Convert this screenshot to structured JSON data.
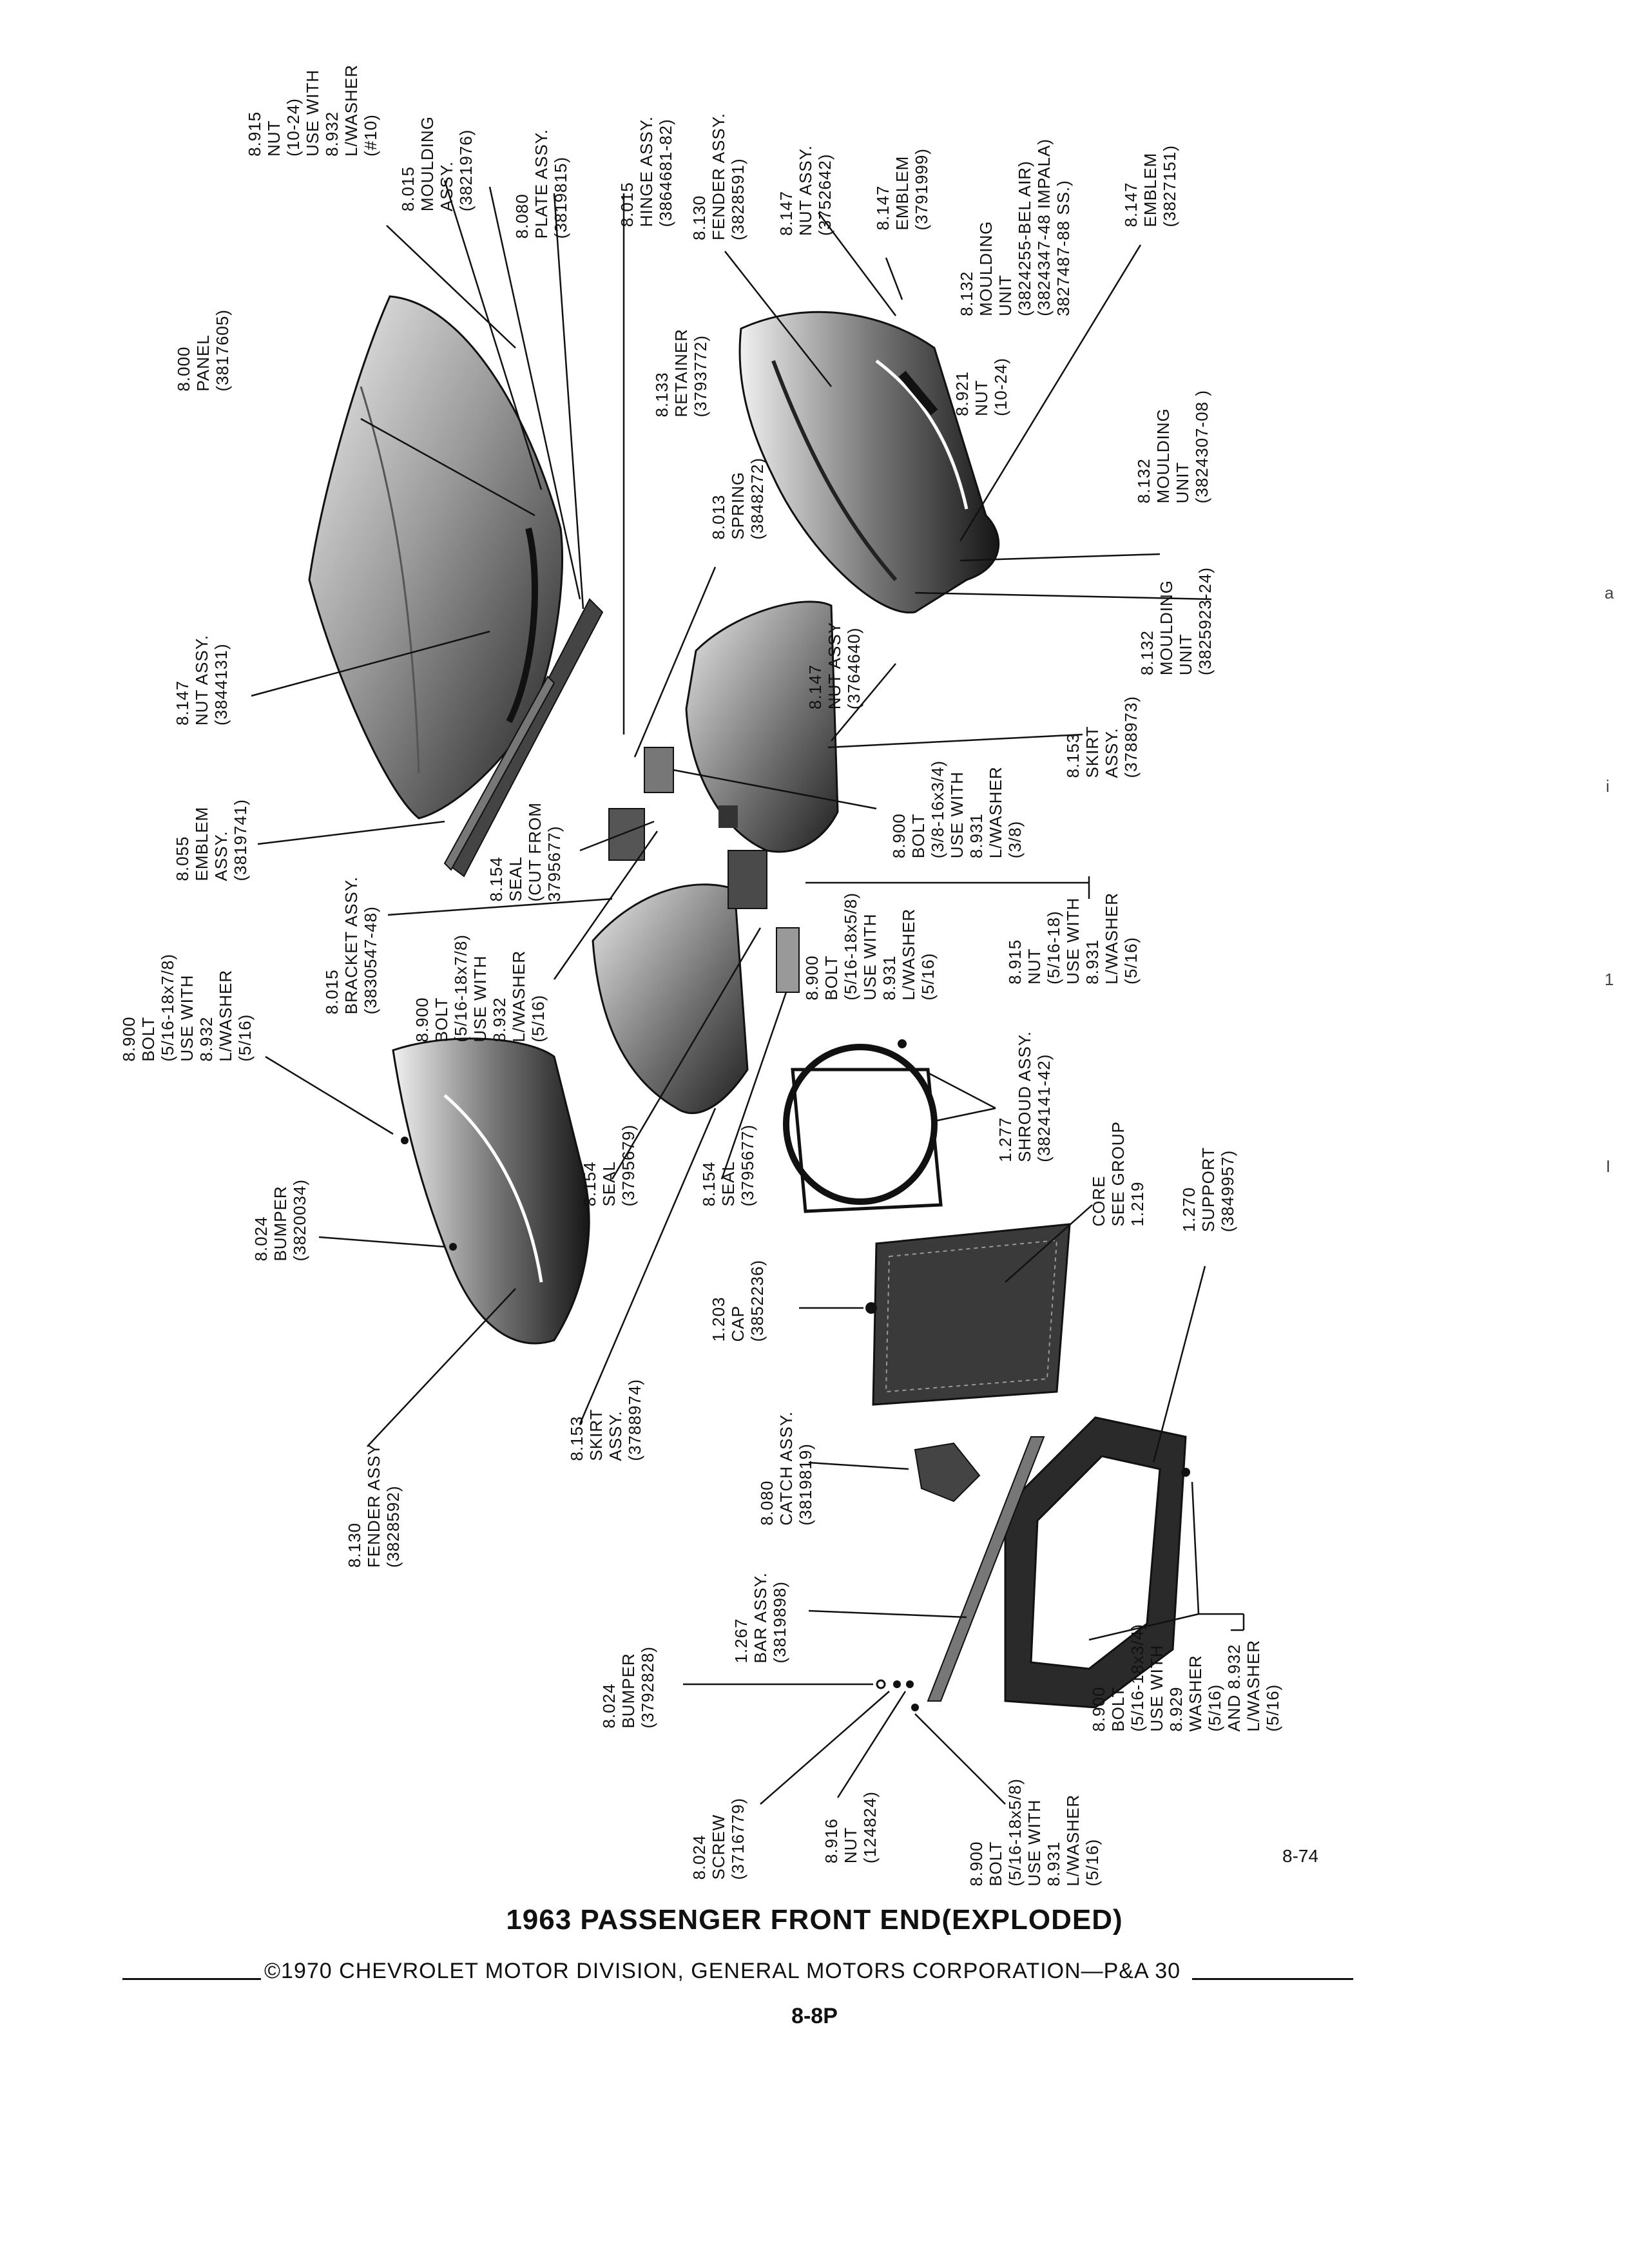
{
  "title": "1963 PASSENGER FRONT END(EXPLODED)",
  "copyright": "©1970 CHEVROLET MOTOR DIVISION, GENERAL MOTORS CORPORATION—P&A 30",
  "page_number": "8-8P",
  "figure_number": "8-74",
  "edge_marks": [
    "a",
    "i",
    "1",
    "I"
  ],
  "parts": [
    {
      "lines": [
        "8.915",
        "NUT",
        "(10-24)",
        "USE WITH",
        "8.932",
        "L/WASHER",
        "(#10)"
      ]
    },
    {
      "lines": [
        "8.015",
        "MOULDING",
        "ASSY.",
        "(3821976)"
      ]
    },
    {
      "lines": [
        "8.080",
        "PLATE ASSY.",
        "(3819815)"
      ]
    },
    {
      "lines": [
        "8.015",
        "HINGE ASSY.",
        "(3864681-82)"
      ]
    },
    {
      "lines": [
        "8.130",
        "FENDER ASSY.",
        "(3828591)"
      ]
    },
    {
      "lines": [
        "8.147",
        "NUT ASSY.",
        "(3752642)"
      ]
    },
    {
      "lines": [
        "8.147",
        "EMBLEM",
        "(3791999)"
      ]
    },
    {
      "lines": [
        "8.132",
        "MOULDING",
        "UNIT",
        "(3824255-BEL AIR)",
        "(3824347-48 IMPALA)",
        "3827487-88 SS.)"
      ]
    },
    {
      "lines": [
        "8.147",
        "EMBLEM",
        "(3827151)"
      ]
    },
    {
      "lines": [
        "8.000",
        "PANEL",
        "(3817605)"
      ]
    },
    {
      "lines": [
        "8.133",
        "RETAINER",
        "(3793772)"
      ]
    },
    {
      "lines": [
        "8.921",
        "NUT",
        "(10-24)"
      ]
    },
    {
      "lines": [
        "8.132",
        "MOULDING",
        "UNIT",
        "(3824307-08 )"
      ]
    },
    {
      "lines": [
        "8.013",
        "SPRING",
        "(3848272)"
      ]
    },
    {
      "lines": [
        "8.147",
        "NUT ASSY.",
        "(3844131)"
      ]
    },
    {
      "lines": [
        "8.147",
        "NUT ASSY",
        "(3764640)"
      ]
    },
    {
      "lines": [
        "8.132",
        "MOULDING",
        "UNIT",
        "(3825923-24)"
      ]
    },
    {
      "lines": [
        "8.153",
        "SKIRT",
        "ASSY.",
        "(3788973)"
      ]
    },
    {
      "lines": [
        "8.055",
        "EMBLEM",
        "ASSY.",
        "(3819741)"
      ]
    },
    {
      "lines": [
        "8.900",
        "BOLT",
        "(3/8-16x3/4)",
        "USE WITH",
        "8.931",
        "L/WASHER",
        "(3/8)"
      ]
    },
    {
      "lines": [
        "8.154",
        "SEAL",
        "(CUT FROM",
        "3795677)"
      ]
    },
    {
      "lines": [
        "8.015",
        "BRACKET ASSY.",
        "(3830547-48)"
      ]
    },
    {
      "lines": [
        "8.900",
        "BOLT",
        "(5/16-18x7/8)",
        "USE WITH",
        "8.932",
        "L/WASHER",
        "(5/16)"
      ]
    },
    {
      "lines": [
        "8.900",
        "BOLT",
        "(5/16-18x7/8)",
        "USE WITH",
        "8.932",
        "L/WASHER",
        "(5/16)"
      ]
    },
    {
      "lines": [
        "8.900",
        "BOLT",
        "(5/16-18x5/8)",
        "USE WITH",
        "8.931",
        "L/WASHER",
        "(5/16)"
      ]
    },
    {
      "lines": [
        "8.915",
        "NUT",
        "(5/16-18)",
        "USE WITH",
        "8.931",
        "L/WASHER",
        "(5/16)"
      ]
    },
    {
      "lines": [
        "1.277",
        "SHROUD ASSY.",
        "(3824141-42)"
      ]
    },
    {
      "lines": [
        "8.154",
        "SEAL",
        "(3795679)"
      ]
    },
    {
      "lines": [
        "8.154",
        "SEAL",
        "(3795677)"
      ]
    },
    {
      "lines": [
        "CORE",
        "SEE GROUP",
        "1.219"
      ]
    },
    {
      "lines": [
        "1.270",
        "SUPPORT",
        "(3849957)"
      ]
    },
    {
      "lines": [
        "8.024",
        "BUMPER",
        "(3820034)"
      ]
    },
    {
      "lines": [
        "1.203",
        "CAP",
        "(3852236)"
      ]
    },
    {
      "lines": [
        "8.153",
        "SKIRT",
        "ASSY.",
        "(3788974)"
      ]
    },
    {
      "lines": [
        "8.080",
        "CATCH ASSY.",
        "(3819819)"
      ]
    },
    {
      "lines": [
        "8.130",
        "FENDER ASSY",
        "(3828592)"
      ]
    },
    {
      "lines": [
        "1.267",
        "BAR ASSY.",
        "(3819898)"
      ]
    },
    {
      "lines": [
        "8.024",
        "BUMPER",
        "(3792828)"
      ]
    },
    {
      "lines": [
        "8.900",
        "BOLT",
        "(5/16-18x3/4)",
        "USE WITH",
        "8.929",
        "WASHER",
        "(5/16)",
        "AND 8.932",
        "L/WASHER",
        "(5/16)"
      ]
    },
    {
      "lines": [
        "8.024",
        "SCREW",
        "(3716779)"
      ]
    },
    {
      "lines": [
        "8.916",
        "NUT",
        "(124824)"
      ]
    },
    {
      "lines": [
        "8.900",
        "BOLT",
        "(5/16-18x5/8)",
        "USE WITH",
        "8.931",
        "L/WASHER",
        "(5/16)"
      ]
    }
  ]
}
